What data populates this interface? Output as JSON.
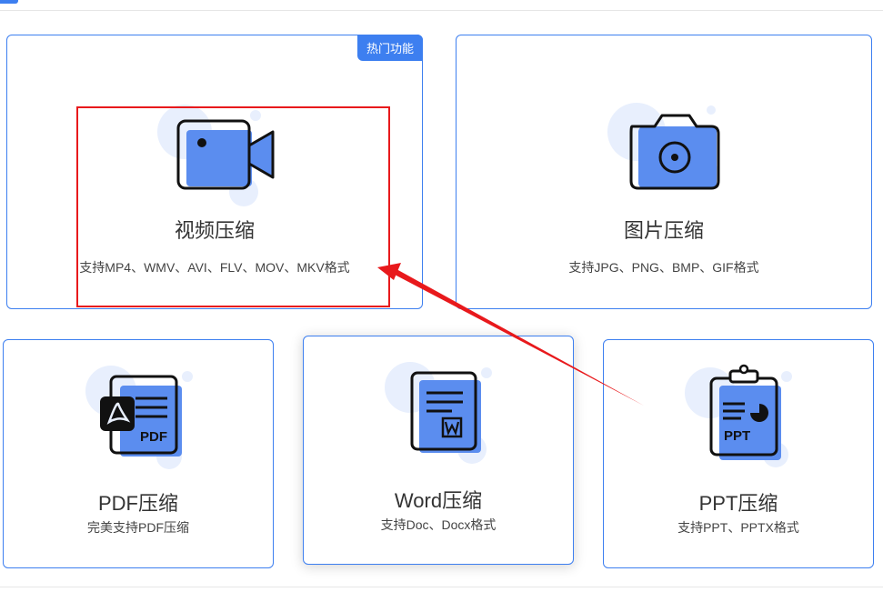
{
  "cards": {
    "video": {
      "title": "视频压缩",
      "desc": "支持MP4、WMV、AVI、FLV、MOV、MKV格式",
      "badge": "热门功能"
    },
    "image": {
      "title": "图片压缩",
      "desc": "支持JPG、PNG、BMP、GIF格式"
    },
    "pdf": {
      "title": "PDF压缩",
      "desc": "完美支持PDF压缩",
      "icon_text": "PDF"
    },
    "word": {
      "title": "Word压缩",
      "desc": "支持Doc、Docx格式"
    },
    "ppt": {
      "title": "PPT压缩",
      "desc": "支持PPT、PPTX格式",
      "icon_text": "PPT"
    }
  },
  "colors": {
    "accent": "#3d7ff0",
    "icon_fill": "#5b8def",
    "icon_bg": "#e8effd",
    "annotation": "#e8191c"
  }
}
